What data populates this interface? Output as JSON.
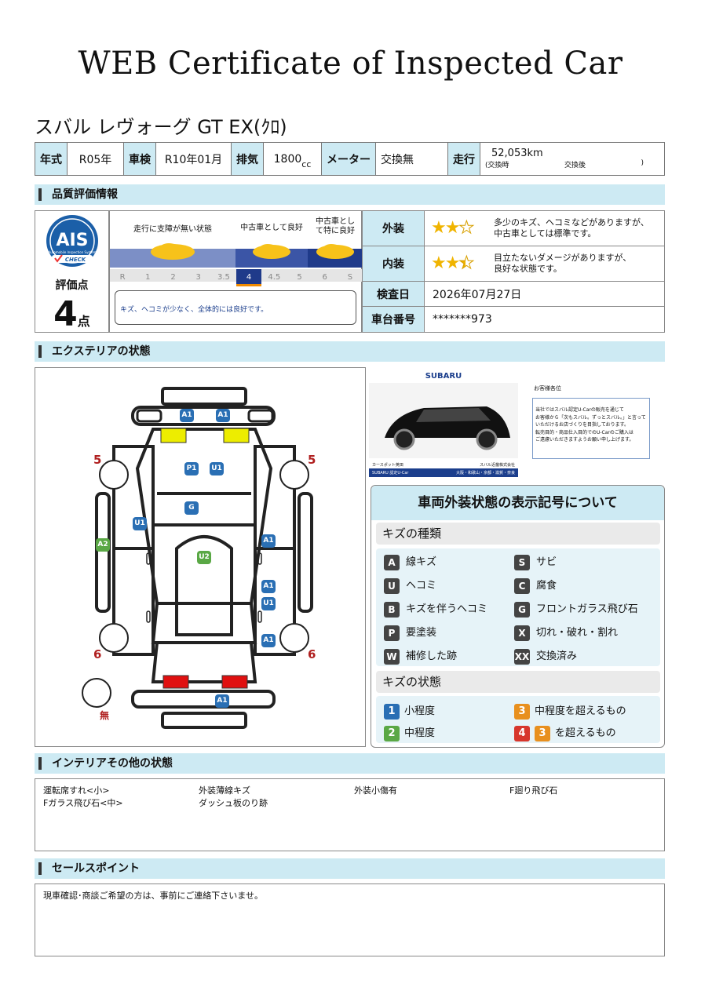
{
  "title": "WEB Certificate of Inspected Car",
  "car_name": "スバル レヴォーグ GT EX(ｸﾛ)",
  "spec": {
    "year_label": "年式",
    "year_value": "R05年",
    "shaken_label": "車検",
    "shaken_value": "R10年01月",
    "displacement_label": "排気",
    "displacement_value": "1800",
    "displacement_unit": "cc",
    "meter_label": "メーター",
    "meter_value": "交換無",
    "mileage_label": "走行",
    "mileage_value": "52,053km",
    "mileage_note_1": "(交換時",
    "mileage_note_2": "交換後",
    "mileage_note_3": ")"
  },
  "quality": {
    "section_title": "品質評価情報",
    "ais_logo": "AIS",
    "ais_sub1": "Automobile Inspection System",
    "ais_sub2": "CHECK",
    "score_label": "評価点",
    "score_value": "4",
    "score_unit": "点",
    "grade_headers": [
      "走行に支障が無い状態",
      "中古車として良好",
      "中古車として特に良好"
    ],
    "grade_scale": [
      "R",
      "1",
      "2",
      "3",
      "3.5",
      "4",
      "4.5",
      "5",
      "6",
      "S"
    ],
    "grade_selected": "4",
    "grade_comment": "キズ、ヘコミが少なく、全体的には良好です。",
    "exterior_label": "外装",
    "exterior_stars": 2,
    "exterior_comment_1": "多少のキズ、ヘコミなどがありますが、",
    "exterior_comment_2": "中古車としては標準です。",
    "interior_label": "内装",
    "interior_stars": 2.5,
    "interior_comment_1": "目立たないダメージがありますが、",
    "interior_comment_2": "良好な状態です。",
    "inspection_date_label": "検査日",
    "inspection_date_value": "2026年07月27日",
    "chassis_label": "車台番号",
    "chassis_value": "*******973"
  },
  "exterior": {
    "section_title": "エクステリアの状態",
    "tire_front_left": "5",
    "tire_front_right": "5",
    "tire_rear_left": "6",
    "tire_rear_right": "6",
    "spare_label": "無",
    "tags": [
      "A1",
      "A1",
      "P1",
      "U1",
      "G",
      "U1",
      "A2",
      "U2",
      "A1",
      "A1",
      "U1",
      "A1",
      "A1"
    ],
    "dealer_brand": "SUBARU",
    "dealer_caption_left": "カースポット英田",
    "dealer_caption_right": "スバル近畿株式会社",
    "dealer_caption_bottom_left": "SUBARU 認定U-Car",
    "dealer_caption_bottom_right": "大阪・和歌山・京都・滋賀・奈良",
    "notice_title": "お客様各位",
    "notice_lines": [
      "当社ではスバル認定U-Carの販売を通じて",
      "お客様から「次もスバル。ずっとスバル。」と言って",
      "いただけるお店づくりを目指しております。",
      "転売目的・商品仕入目的でのU-Carのご購入は",
      "ご遠慮いただきますようお願い申し上げます。"
    ]
  },
  "legend": {
    "title": "車両外装状態の表示記号について",
    "kind_title": "キズの種類",
    "kinds": [
      {
        "code": "A",
        "label": "線キズ"
      },
      {
        "code": "S",
        "label": "サビ"
      },
      {
        "code": "U",
        "label": "ヘコミ"
      },
      {
        "code": "C",
        "label": "腐食"
      },
      {
        "code": "B",
        "label": "キズを伴うヘコミ"
      },
      {
        "code": "G",
        "label": "フロントガラス飛び石"
      },
      {
        "code": "P",
        "label": "要塗装"
      },
      {
        "code": "X",
        "label": "切れ・破れ・割れ"
      },
      {
        "code": "W",
        "label": "補修した跡"
      },
      {
        "code": "XX",
        "label": "交換済み"
      }
    ],
    "state_title": "キズの状態",
    "states": [
      {
        "code": "1",
        "label": "小程度",
        "color": "#2a6fb4"
      },
      {
        "code": "3",
        "label": "中程度を超えるもの",
        "color": "#e8901f"
      },
      {
        "code": "2",
        "label": "中程度",
        "color": "#5aa845"
      },
      {
        "code": "4",
        "code2": "3",
        "label": "を超えるもの",
        "color": "#d7362c"
      }
    ]
  },
  "interior": {
    "section_title": "インテリアその他の状態",
    "items": [
      "運転席すれ<小>",
      "外装薄線キズ",
      "外装小傷有",
      "F廻り飛び石",
      "Fガラス飛び石<中>",
      "ダッシュ板のり跡"
    ]
  },
  "sales": {
    "section_title": "セールスポイント",
    "text": "現車確認･商談ご希望の方は、事前にご連絡下さいませ。"
  },
  "colors": {
    "header_bg": "#cdeaf3",
    "accent_blue": "#2a6fb4",
    "star": "#f0b400",
    "damage_tag": "#2a6fb4",
    "damage_tag_green": "#5aa845"
  }
}
